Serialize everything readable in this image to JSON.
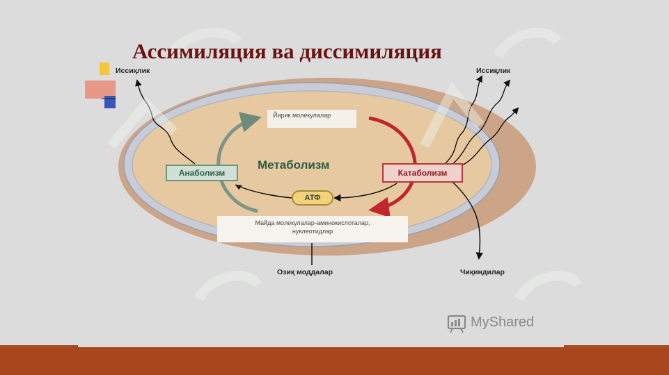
{
  "title": "Ассимиляция ва диссимиляция",
  "diagram": {
    "center": "Метаболизм",
    "anabolism": "Анаболизм",
    "catabolism": "Катаболизм",
    "atp": "АТФ",
    "big_molecules": "Йирик молекулалар",
    "small_molecules_line1": "Майда молекулалар-аминокислоталар,",
    "small_molecules_line2": "нуклеотидлар",
    "heat_left": "Иссиқлик",
    "heat_right": "Иссиқлик",
    "nutrients": "Озиқ моддалар",
    "waste": "Чиқиндилар"
  },
  "watermark": {
    "brand": "MyShared"
  },
  "colors": {
    "title": "#6a1212",
    "anabolism_border": "#6d9282",
    "catabolism_border": "#b43a3a",
    "cell_fill": "#e6c9a0",
    "footer": "#a8461d"
  }
}
